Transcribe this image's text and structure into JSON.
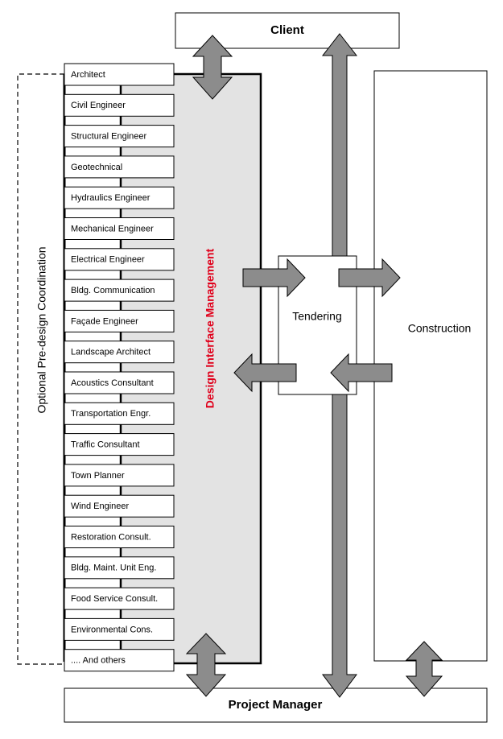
{
  "client": "Client",
  "project_manager": "Project Manager",
  "tendering": "Tendering",
  "construction": "Construction",
  "design_interface_management": "Design Interface Management",
  "optional_coordination": "Optional Pre-design Coordination",
  "consultants": [
    "Architect",
    "Civil Engineer",
    "Structural Engineer",
    "Geotechnical",
    "Hydraulics Engineer",
    "Mechanical Engineer",
    "Electrical Engineer",
    "Bldg. Communication",
    "Façade Engineer",
    "Landscape Architect",
    "Acoustics Consultant",
    "Transportation Engr.",
    "Traffic Consultant",
    "Town Planner",
    "Wind Engineer",
    "Restoration Consult.",
    "Bldg. Maint. Unit Eng.",
    "Food Service Consult.",
    "Environmental Cons.",
    ".... And others"
  ],
  "colors": {
    "arrow_fill": "#8c8c8c",
    "panel_fill": "#e3e3e3",
    "accent_red": "#e0001b"
  }
}
